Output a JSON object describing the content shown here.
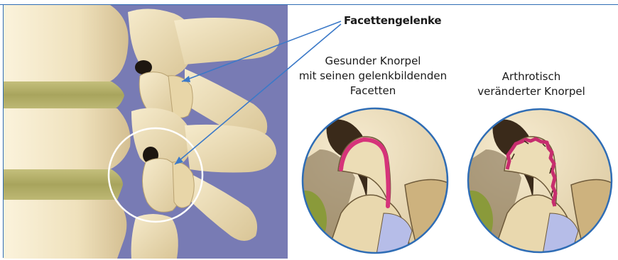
{
  "labels": {
    "main": "Facettengelenke",
    "healthy": [
      "Gesunder Knorpel",
      "mit seinen gelenkbildenden",
      "Facetten"
    ],
    "arthritic": [
      "Arthrotisch",
      "veränderter Knorpel"
    ]
  },
  "colors": {
    "frame": "#2f6db5",
    "background_panel": "#787bb4",
    "bone": "#f1e4c0",
    "bone_shadow": "#cdb98e",
    "disc": "#b2ad6a",
    "cartilage": "#d6337a",
    "inset_border": "#2f6db5",
    "pointer_line": "#3b79c8",
    "highlight_circle": "#ffffff"
  }
}
